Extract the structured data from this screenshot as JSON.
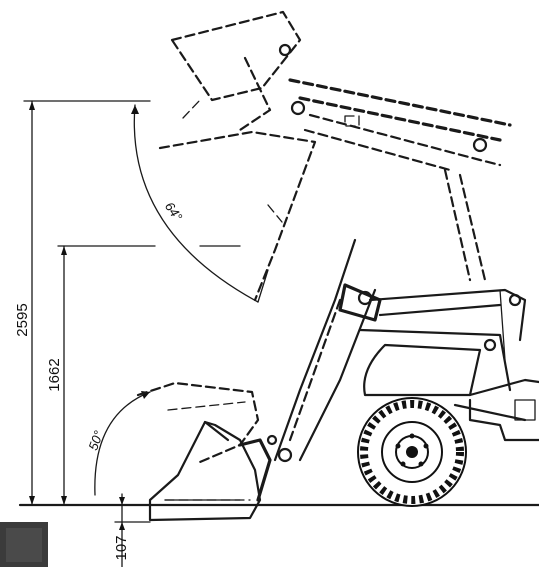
{
  "dimensions": {
    "max_height": "2595",
    "dump_height": "1662",
    "dig_depth": "107"
  },
  "angles": {
    "dump_angle": "64°",
    "rollback_angle": "50°"
  }
}
